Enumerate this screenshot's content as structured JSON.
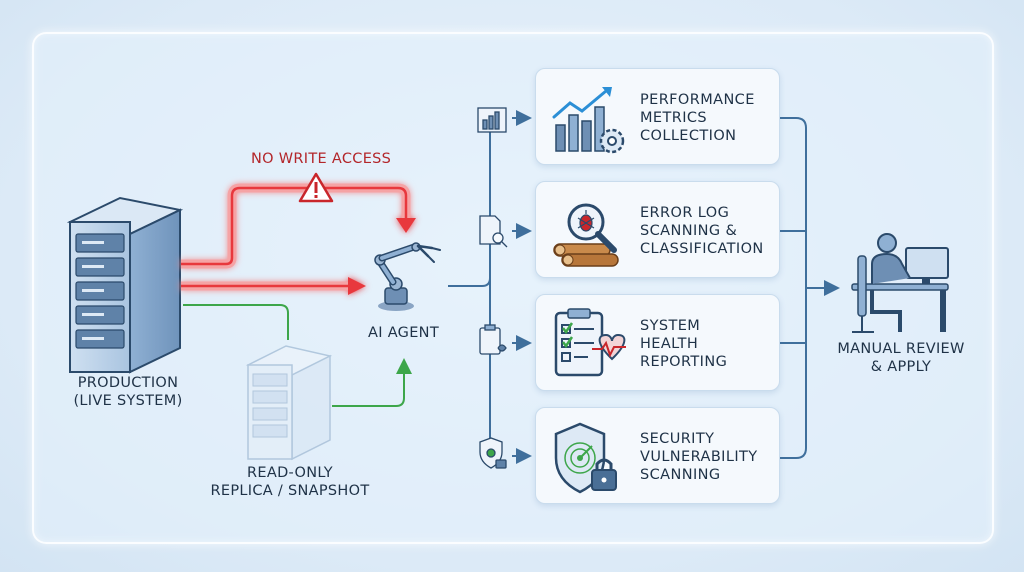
{
  "source": {
    "label_line1": "PRODUCTION",
    "label_line2": "(LIVE SYSTEM)"
  },
  "replica": {
    "label_line1": "READ-ONLY",
    "label_line2": "REPLICA / SNAPSHOT"
  },
  "blocked_path": {
    "label": "NO WRITE ACCESS"
  },
  "agent": {
    "label": "AI AGENT"
  },
  "tasks": [
    {
      "lines": [
        "PERFORMANCE",
        "METRICS",
        "COLLECTION"
      ],
      "icon": "chart-gear-icon"
    },
    {
      "lines": [
        "ERROR LOG",
        "SCANNING &",
        "CLASSIFICATION"
      ],
      "icon": "bug-log-icon"
    },
    {
      "lines": [
        "SYSTEM",
        "HEALTH",
        "REPORTING"
      ],
      "icon": "health-clipboard-icon"
    },
    {
      "lines": [
        "SECURITY",
        "VULNERABILITY",
        "SCANNING"
      ],
      "icon": "shield-lock-icon"
    }
  ],
  "review": {
    "label_line1": "MANUAL REVIEW",
    "label_line2": "& APPLY"
  },
  "colors": {
    "blocked": "#e8383d",
    "allowed": "#3da64a",
    "connector": "#3f6f9c"
  }
}
